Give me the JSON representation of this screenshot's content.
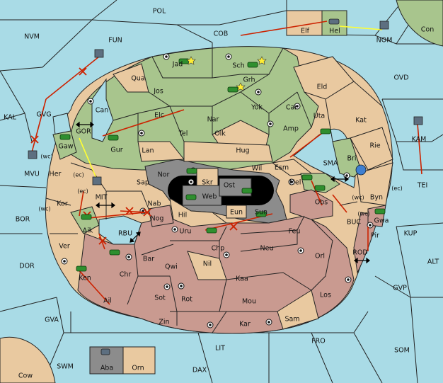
{
  "map": {
    "sea_labels": [
      {
        "id": "pol",
        "text": "POL"
      },
      {
        "id": "nvm",
        "text": "NVM"
      },
      {
        "id": "fun",
        "text": "FUN"
      },
      {
        "id": "cob",
        "text": "COB"
      },
      {
        "id": "nom",
        "text": "NOM"
      },
      {
        "id": "con",
        "text": "Con"
      },
      {
        "id": "kal",
        "text": "KAL"
      },
      {
        "id": "ovd",
        "text": "OVD"
      },
      {
        "id": "kam",
        "text": "KAM"
      },
      {
        "id": "tei",
        "text": "TEI"
      },
      {
        "id": "bor",
        "text": "BOR"
      },
      {
        "id": "dor",
        "text": "DOR"
      },
      {
        "id": "kup",
        "text": "KUP"
      },
      {
        "id": "alt",
        "text": "ALT"
      },
      {
        "id": "gvp",
        "text": "GVP"
      },
      {
        "id": "gva",
        "text": "GVA"
      },
      {
        "id": "fro",
        "text": "FRO"
      },
      {
        "id": "som",
        "text": "SOM"
      },
      {
        "id": "swm",
        "text": "SWM"
      },
      {
        "id": "lit",
        "text": "LIT"
      },
      {
        "id": "dax",
        "text": "DAX"
      },
      {
        "id": "cow",
        "text": "Cow"
      },
      {
        "id": "gor",
        "text": "GOR"
      },
      {
        "id": "mit",
        "text": "MIT"
      },
      {
        "id": "rbu",
        "text": "RBU"
      },
      {
        "id": "sma",
        "text": "SMA"
      },
      {
        "id": "buc",
        "text": "BUC"
      },
      {
        "id": "rod",
        "text": "ROD"
      },
      {
        "id": "gvg",
        "text": "GVG"
      },
      {
        "id": "mvu",
        "text": "MVU"
      }
    ],
    "land_labels": [
      {
        "id": "jad",
        "text": "Jad"
      },
      {
        "id": "sch",
        "text": "Sch"
      },
      {
        "id": "grh",
        "text": "Grh"
      },
      {
        "id": "qua",
        "text": "Qua"
      },
      {
        "id": "jos",
        "text": "Jos"
      },
      {
        "id": "can",
        "text": "Can"
      },
      {
        "id": "elc",
        "text": "Elc"
      },
      {
        "id": "yok",
        "text": "Yok"
      },
      {
        "id": "car",
        "text": "Car"
      },
      {
        "id": "eld",
        "text": "Eld"
      },
      {
        "id": "uta",
        "text": "Uta"
      },
      {
        "id": "kat",
        "text": "Kat"
      },
      {
        "id": "nar",
        "text": "Nar"
      },
      {
        "id": "tel",
        "text": "Tel"
      },
      {
        "id": "olk",
        "text": "Olk"
      },
      {
        "id": "amp",
        "text": "Amp"
      },
      {
        "id": "gaw",
        "text": "Gaw"
      },
      {
        "id": "gur",
        "text": "Gur"
      },
      {
        "id": "lan",
        "text": "Lan"
      },
      {
        "id": "hug",
        "text": "Hug"
      },
      {
        "id": "wil",
        "text": "Wil"
      },
      {
        "id": "esm",
        "text": "Esm"
      },
      {
        "id": "bri",
        "text": "Bri"
      },
      {
        "id": "rie",
        "text": "Rie"
      },
      {
        "id": "her",
        "text": "Her"
      },
      {
        "id": "nor",
        "text": "Nor"
      },
      {
        "id": "skr",
        "text": "Skr"
      },
      {
        "id": "ost",
        "text": "Ost"
      },
      {
        "id": "web",
        "text": "Web"
      },
      {
        "id": "mel",
        "text": "Mel"
      },
      {
        "id": "byn",
        "text": "Byn"
      },
      {
        "id": "kor",
        "text": "Kor"
      },
      {
        "id": "sap",
        "text": "Sap"
      },
      {
        "id": "nab",
        "text": "Nab"
      },
      {
        "id": "hil",
        "text": "Hil"
      },
      {
        "id": "eun",
        "text": "Eun"
      },
      {
        "id": "sun",
        "text": "Sun"
      },
      {
        "id": "obs",
        "text": "Obs"
      },
      {
        "id": "gwa",
        "text": "Gwa"
      },
      {
        "id": "aik",
        "text": "Aik"
      },
      {
        "id": "nog",
        "text": "Nog"
      },
      {
        "id": "uru",
        "text": "Uru"
      },
      {
        "id": "feu",
        "text": "Feu"
      },
      {
        "id": "pir",
        "text": "Pir"
      },
      {
        "id": "ver",
        "text": "Ver"
      },
      {
        "id": "chp",
        "text": "Chp"
      },
      {
        "id": "neu",
        "text": "Neu"
      },
      {
        "id": "orl",
        "text": "Orl"
      },
      {
        "id": "bar",
        "text": "Bar"
      },
      {
        "id": "qwi",
        "text": "Qwi"
      },
      {
        "id": "nil",
        "text": "Nil"
      },
      {
        "id": "ken",
        "text": "Ken"
      },
      {
        "id": "chr",
        "text": "Chr"
      },
      {
        "id": "kaa",
        "text": "Kaa"
      },
      {
        "id": "sot",
        "text": "Sot"
      },
      {
        "id": "rot",
        "text": "Rot"
      },
      {
        "id": "mou",
        "text": "Mou"
      },
      {
        "id": "los",
        "text": "Los"
      },
      {
        "id": "ail",
        "text": "Ail"
      },
      {
        "id": "zin",
        "text": "Zin"
      },
      {
        "id": "kar",
        "text": "Kar"
      },
      {
        "id": "sam",
        "text": "Sam"
      },
      {
        "id": "elf",
        "text": "Elf"
      },
      {
        "id": "hel",
        "text": "Hel"
      },
      {
        "id": "aba",
        "text": "Aba"
      },
      {
        "id": "orn",
        "text": "Orn"
      }
    ],
    "coast_labels": [
      {
        "id": "mvu_wc",
        "text": "(wc)"
      },
      {
        "id": "gaw_ec",
        "text": "(ec)"
      },
      {
        "id": "kor_ec",
        "text": "(ec)"
      },
      {
        "id": "kor_wc",
        "text": "(wc)"
      },
      {
        "id": "byn_wc",
        "text": "(wc)"
      },
      {
        "id": "rie_ec",
        "text": "(ec)"
      },
      {
        "id": "gwa_wc",
        "text": "(wc)"
      }
    ],
    "colors": {
      "sea": "#a9dbe6",
      "neutral": "#e9c9a0",
      "green_power": "#a8c58d",
      "red_power": "#c99a90",
      "grey_power": "#8c8c8c",
      "move_arrow": "#cc2200",
      "support_line": "#ffff33"
    }
  }
}
